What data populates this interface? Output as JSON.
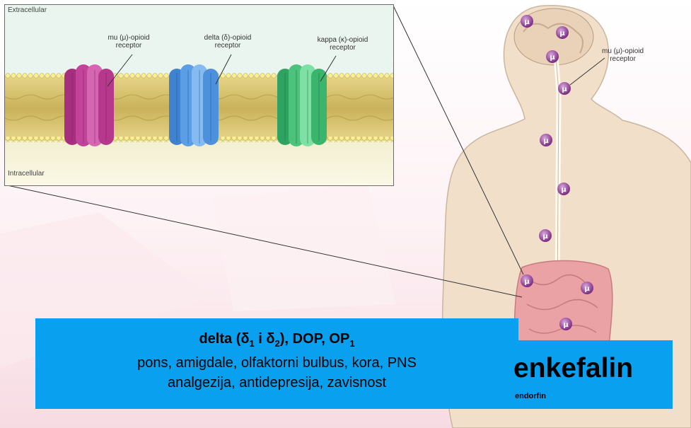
{
  "inset": {
    "extracellular_label": "Extracellular",
    "intracellular_label": "Intracellular",
    "receptors": [
      {
        "line1": "mu (μ)-opioid",
        "line2": "receptor",
        "color": "#c2449a"
      },
      {
        "line1": "delta (δ)-opioid",
        "line2": "receptor",
        "color": "#5b9ee6"
      },
      {
        "line1": "kappa (κ)-opioid",
        "line2": "receptor",
        "color": "#4cc27c"
      }
    ]
  },
  "body_figure": {
    "receptor_label_line1": "mu (μ)-opioid",
    "receptor_label_line2": "receptor",
    "marker_symbol": "μ",
    "marker_color": "#8a2f8c"
  },
  "info_box": {
    "title_prefix": "delta (δ",
    "title_sub1": "1",
    "title_mid": " i δ",
    "title_sub2": "2",
    "title_suffix": "), DOP, OP",
    "title_sub3": "1",
    "line2": "pons, amigdale, olfaktorni bulbus, kora, PNS",
    "line3": "analgezija, antidepresija, zavisnost",
    "color": "#0aa0f0"
  },
  "ligand_box": {
    "main": "enkefalin",
    "secondary": "endorfin"
  }
}
